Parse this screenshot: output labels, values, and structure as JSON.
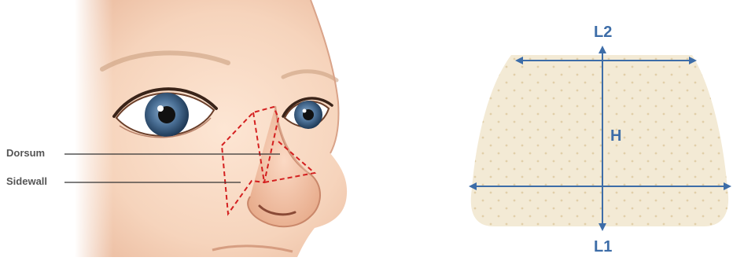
{
  "face_labels": {
    "dorsum": "Dorsum",
    "sidewall": "Sidewall"
  },
  "implant_labels": {
    "l2": "L2",
    "h": "H",
    "l1": "L1"
  },
  "colors": {
    "skin": "#f4d3bd",
    "eye_iris": "#4a6f95",
    "cut_line": "#d42020",
    "leader_line": "#333333",
    "implant_fill": "#f3ead5",
    "implant_dots": "#e1cfa9",
    "dimension_arrow": "#3d6da8"
  }
}
